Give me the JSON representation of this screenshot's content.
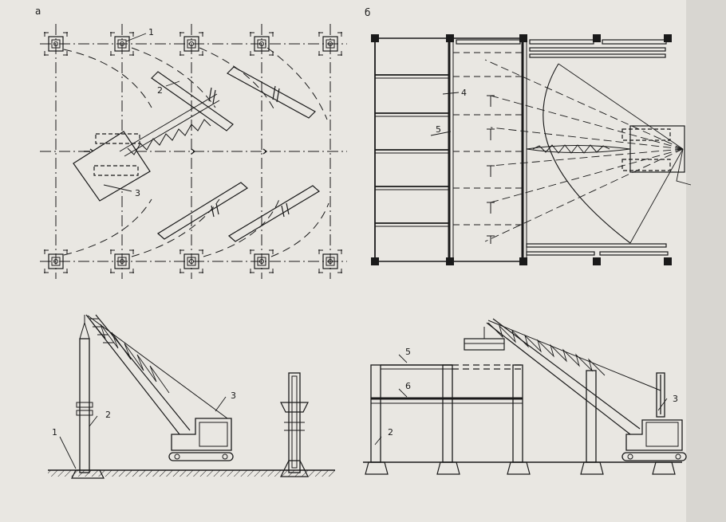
{
  "panels": {
    "a": {
      "label": "а"
    },
    "b": {
      "label": "б"
    }
  },
  "callouts": {
    "a_top": [
      "1",
      "2",
      "3"
    ],
    "a_bottom": [
      "1",
      "2",
      "3"
    ],
    "b_top": [
      "4",
      "5"
    ],
    "b_bottom": [
      "5",
      "6",
      "2",
      "3"
    ]
  },
  "colors": {
    "paper": "#e9e7e2",
    "ink": "#1a1a1a",
    "shadow": "#c8c6c1"
  }
}
